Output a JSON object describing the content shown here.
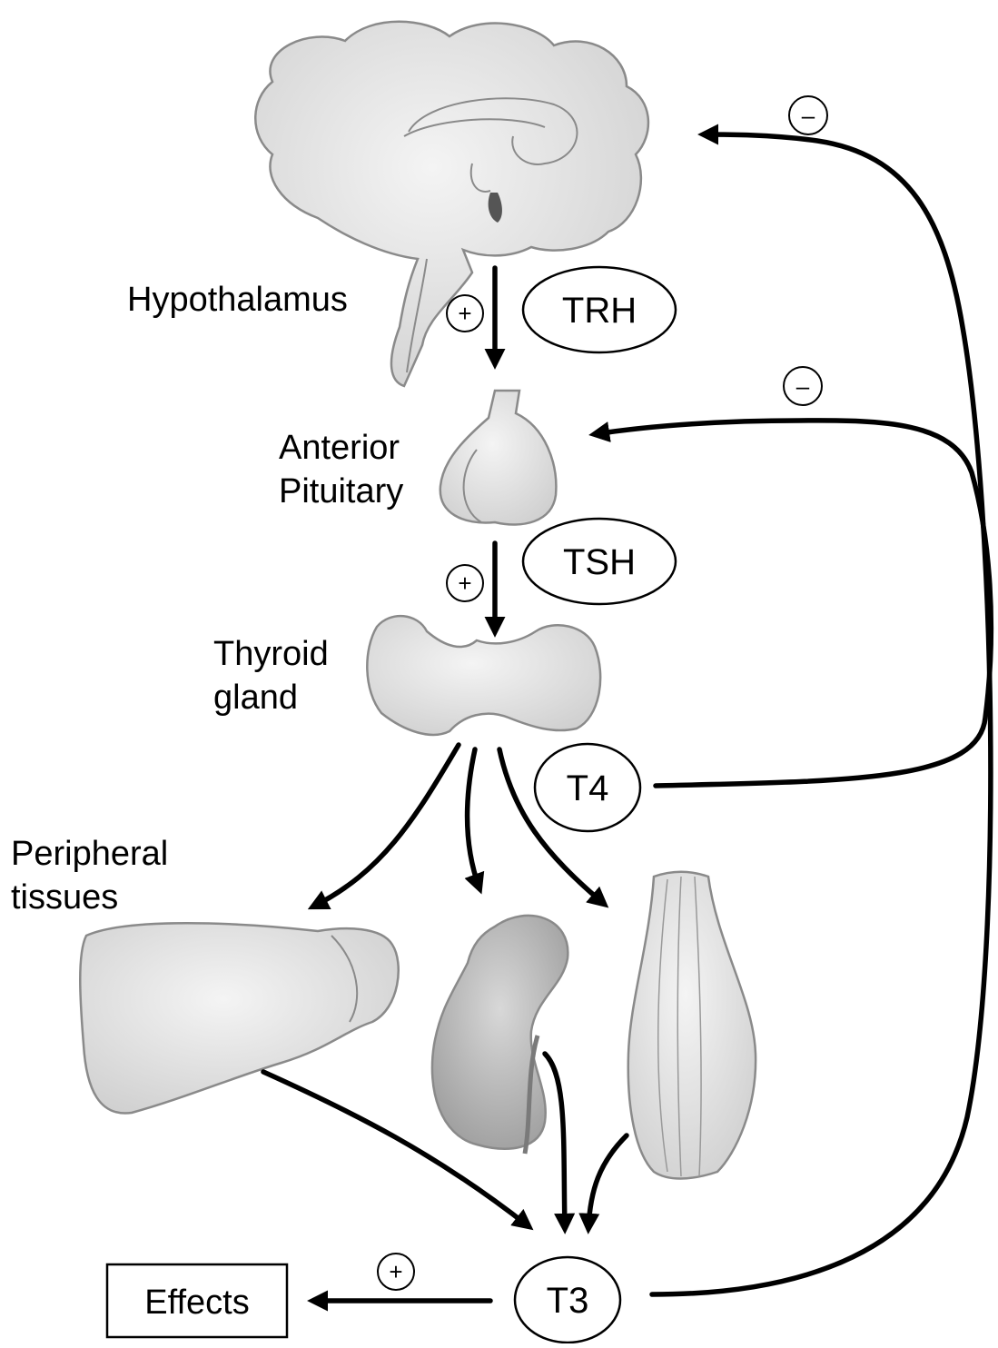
{
  "labels": {
    "hypothalamus": "Hypothalamus",
    "anterior_line1": "Anterior",
    "anterior_line2": "Pituitary",
    "thyroid_line1": "Thyroid",
    "thyroid_line2": "gland",
    "peripheral_line1": "Peripheral",
    "peripheral_line2": "tissues"
  },
  "hormones": {
    "trh": "TRH",
    "tsh": "TSH",
    "t4": "T4",
    "t3": "T3"
  },
  "effects": "Effects",
  "signs": {
    "plus": "+",
    "minus": "–"
  },
  "colors": {
    "line": "#000000",
    "organ_fill": "#e6e6e6",
    "organ_stroke": "#8a8a8a"
  }
}
